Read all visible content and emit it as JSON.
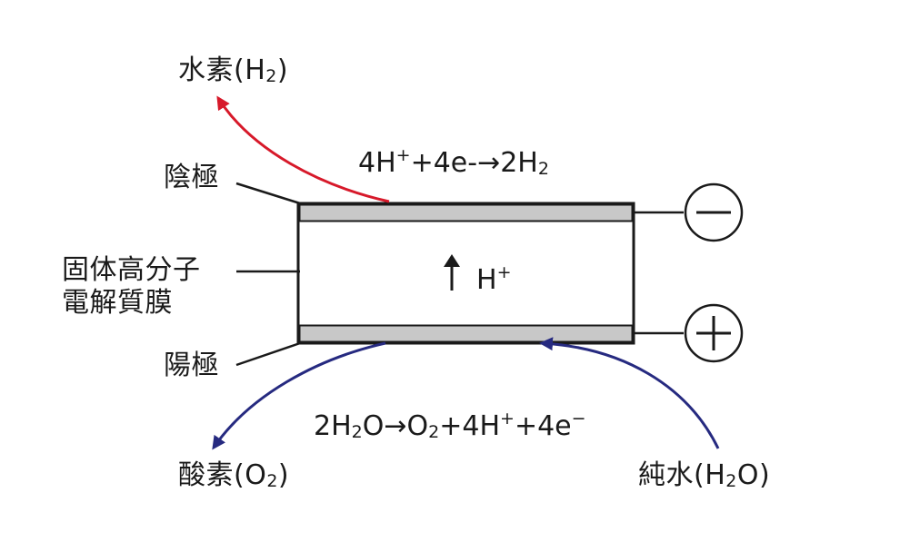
{
  "labels": {
    "hydrogen": "水素(H",
    "hydrogen_sub": "2",
    "hydrogen_close": ")",
    "cathode": "陰極",
    "membrane_line1": "固体高分子",
    "membrane_line2": "電解質膜",
    "anode": "陽極",
    "oxygen": "酸素(O",
    "oxygen_sub": "2",
    "oxygen_close": ")",
    "water": "純水(H",
    "water_sub": "2",
    "water_close": "O)"
  },
  "equations": {
    "cathode_reaction": {
      "p1": "4H",
      "p2": "+",
      "p3": "+4e-→2H",
      "p4": "2"
    },
    "anode_reaction": {
      "p1": "2H",
      "p2": "2",
      "p3": "O→O",
      "p4": "2",
      "p5": "+4H",
      "p6": "+",
      "p7": "+4e",
      "p8": "−"
    },
    "proton": {
      "arrow": "↑",
      "text": "H",
      "sup": "+"
    }
  },
  "terminals": {
    "negative": "−",
    "positive": "+"
  },
  "colors": {
    "hydrogen_arrow": "#d7192a",
    "flow_arrow": "#262a80",
    "electrode_fill": "#c8c8c8",
    "stroke": "#1a1a1a"
  }
}
